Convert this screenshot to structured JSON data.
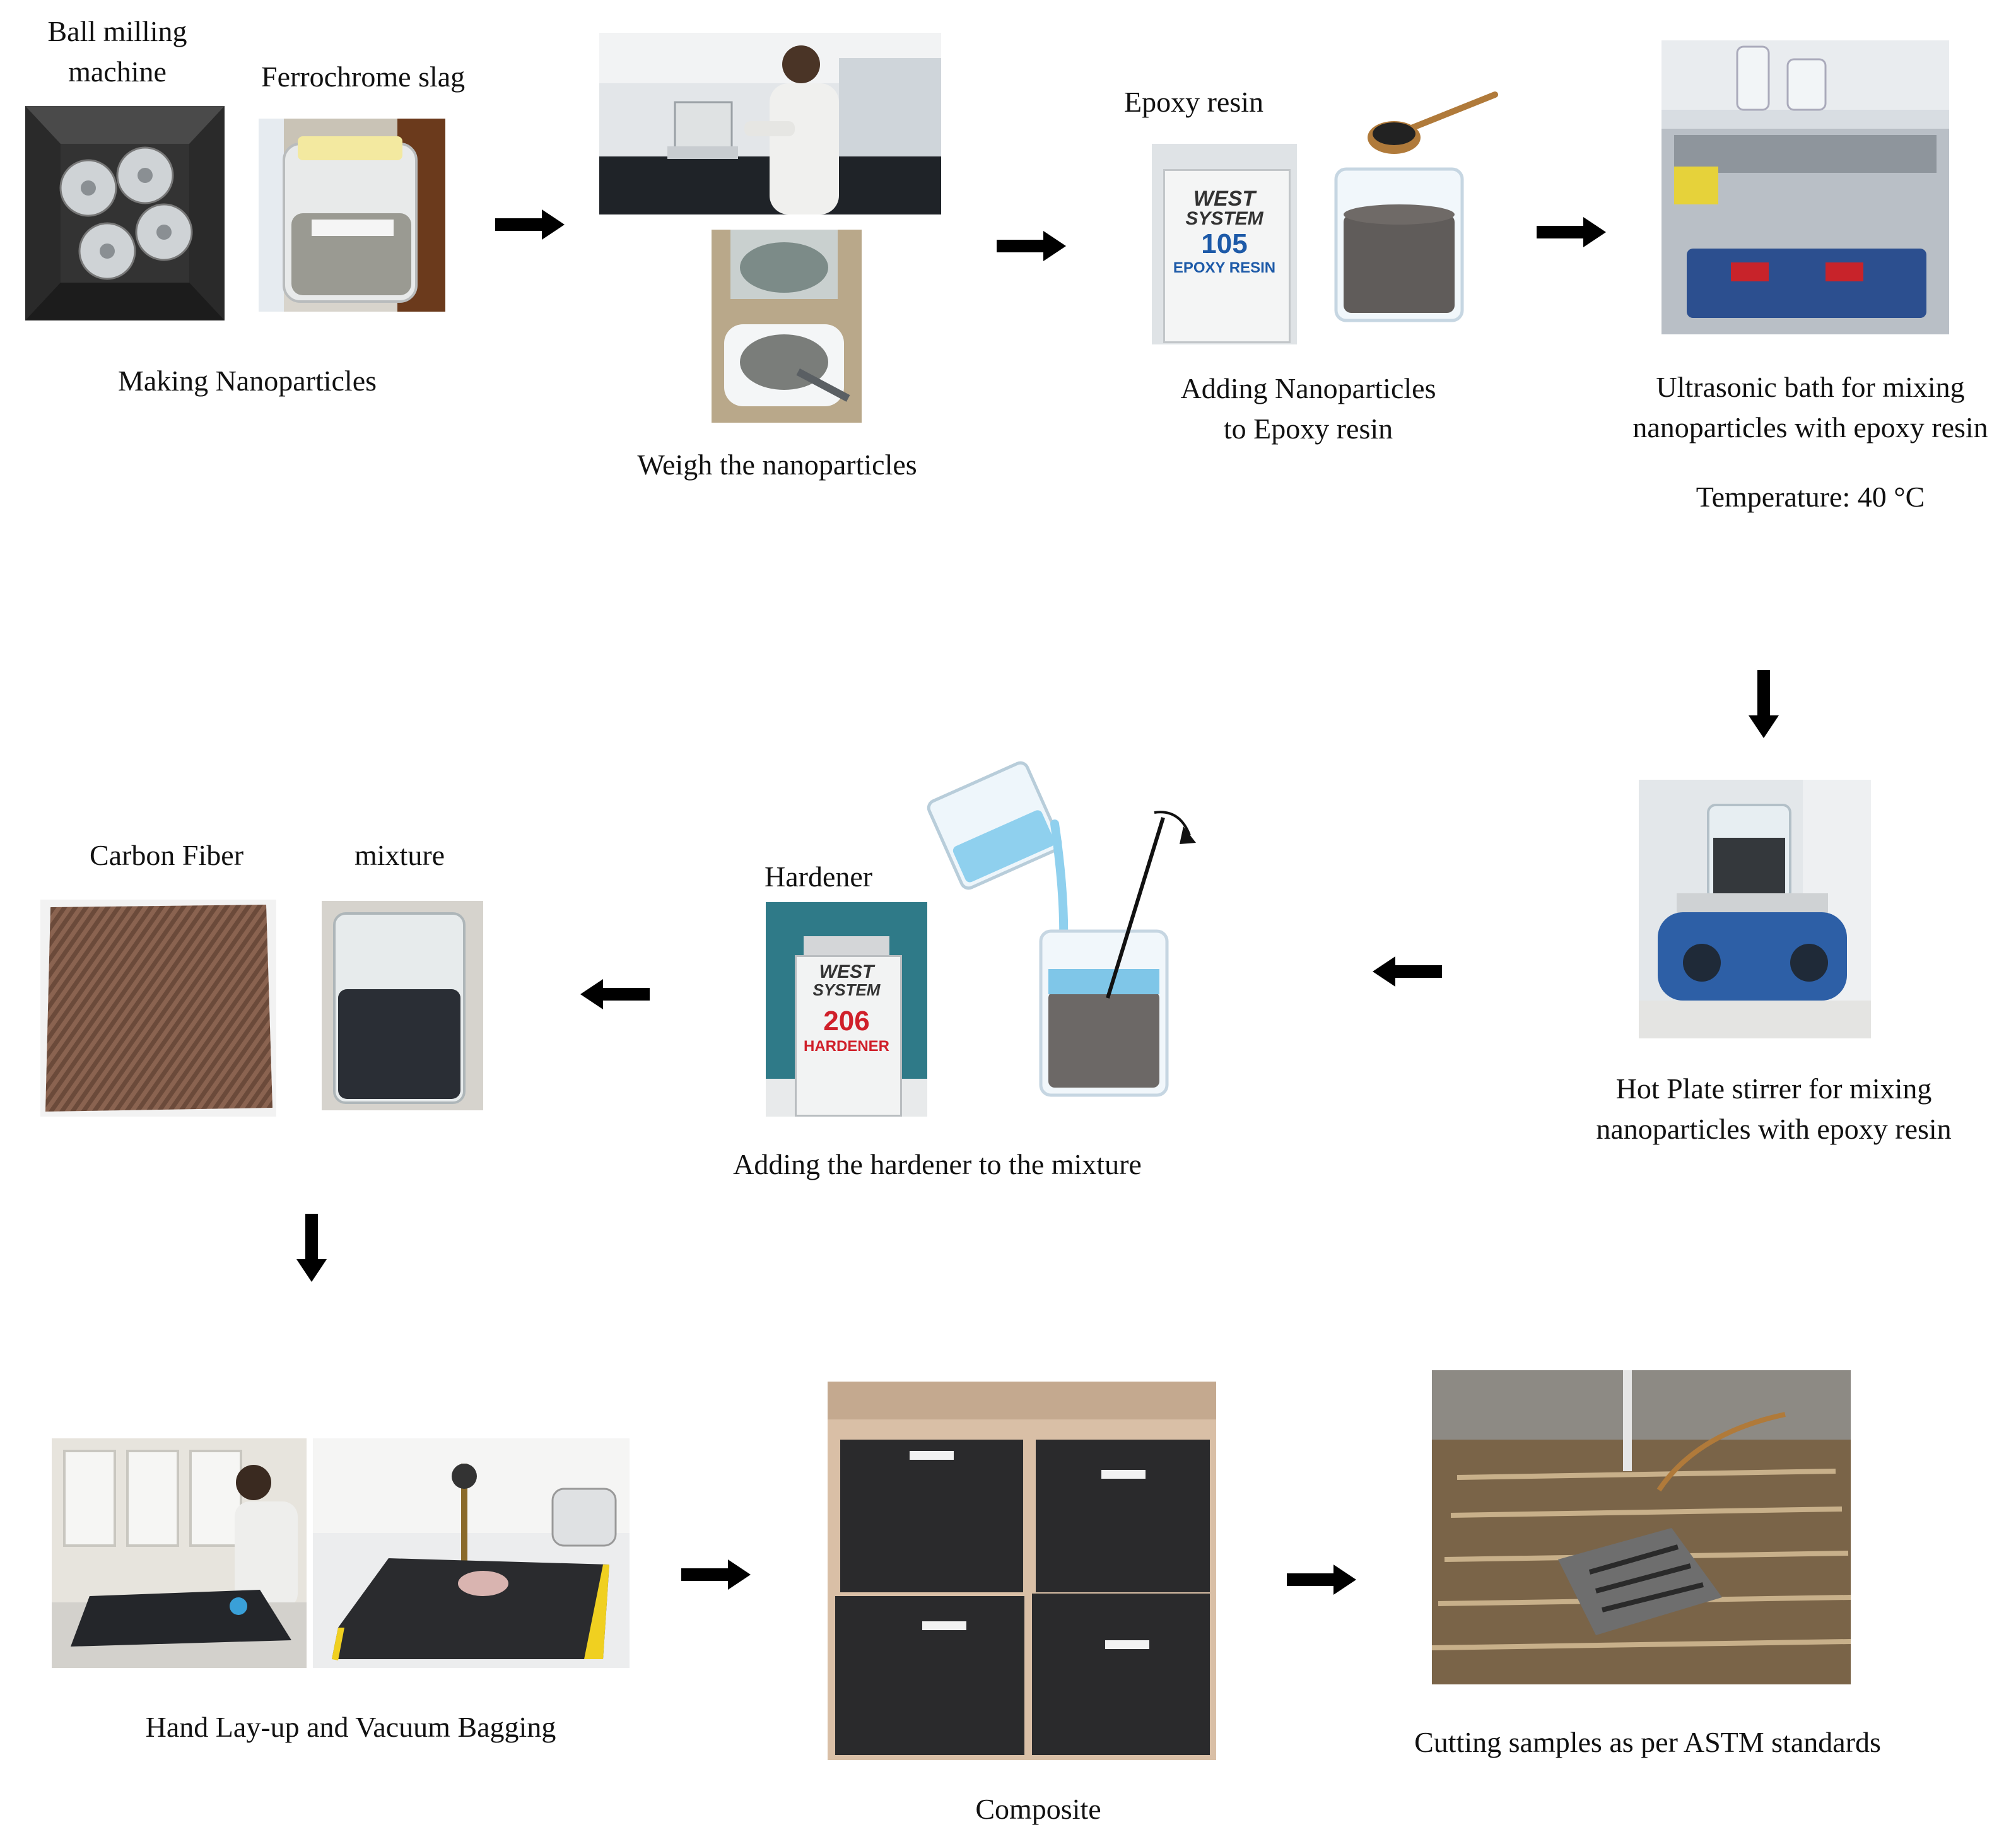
{
  "labels": {
    "ball_milling_machine_l1": "Ball milling",
    "ball_milling_machine_l2": "machine",
    "ferrochrome_slag": "Ferrochrome slag",
    "making_nanoparticles": "Making Nanoparticles",
    "weigh_nanoparticles": "Weigh the nanoparticles",
    "epoxy_resin": "Epoxy resin",
    "adding_np_l1": "Adding Nanoparticles",
    "adding_np_l2": "to Epoxy resin",
    "ultrasonic_l1": "Ultrasonic bath for mixing",
    "ultrasonic_l2": "nanoparticles with epoxy resin",
    "temperature": "Temperature: 40 °C",
    "carbon_fiber": "Carbon Fiber",
    "mixture": "mixture",
    "hardener": "Hardener",
    "adding_hardener": "Adding the hardener to the mixture",
    "hot_plate_l1": "Hot Plate stirrer for mixing",
    "hot_plate_l2": "nanoparticles with epoxy resin",
    "hand_layup": "Hand Lay-up and Vacuum Bagging",
    "composite": "Composite",
    "cutting_samples": "Cutting samples as per ASTM standards"
  },
  "product_text": {
    "epoxy_brand_l1": "WEST",
    "epoxy_brand_l2": "SYSTEM",
    "epoxy_number": "105",
    "epoxy_name": "EPOXY RESIN",
    "hardener_brand_l1": "WEST",
    "hardener_brand_l2": "SYSTEM",
    "hardener_number": "206",
    "hardener_name": "HARDENER"
  },
  "colors": {
    "arrow": "#000000",
    "carbon_fiber": "#6b4a3a",
    "mixture_liquid": "#2a2e35",
    "epoxy_label_blue": "#1d5aa8",
    "hardener_red": "#d0202a",
    "hardener_liquid": "#8fd0ee",
    "composite_sheet": "#2a2a2c",
    "ultrasonic_body": "#b9bfc6",
    "ultrasonic_panel": "#2c4f8f"
  }
}
